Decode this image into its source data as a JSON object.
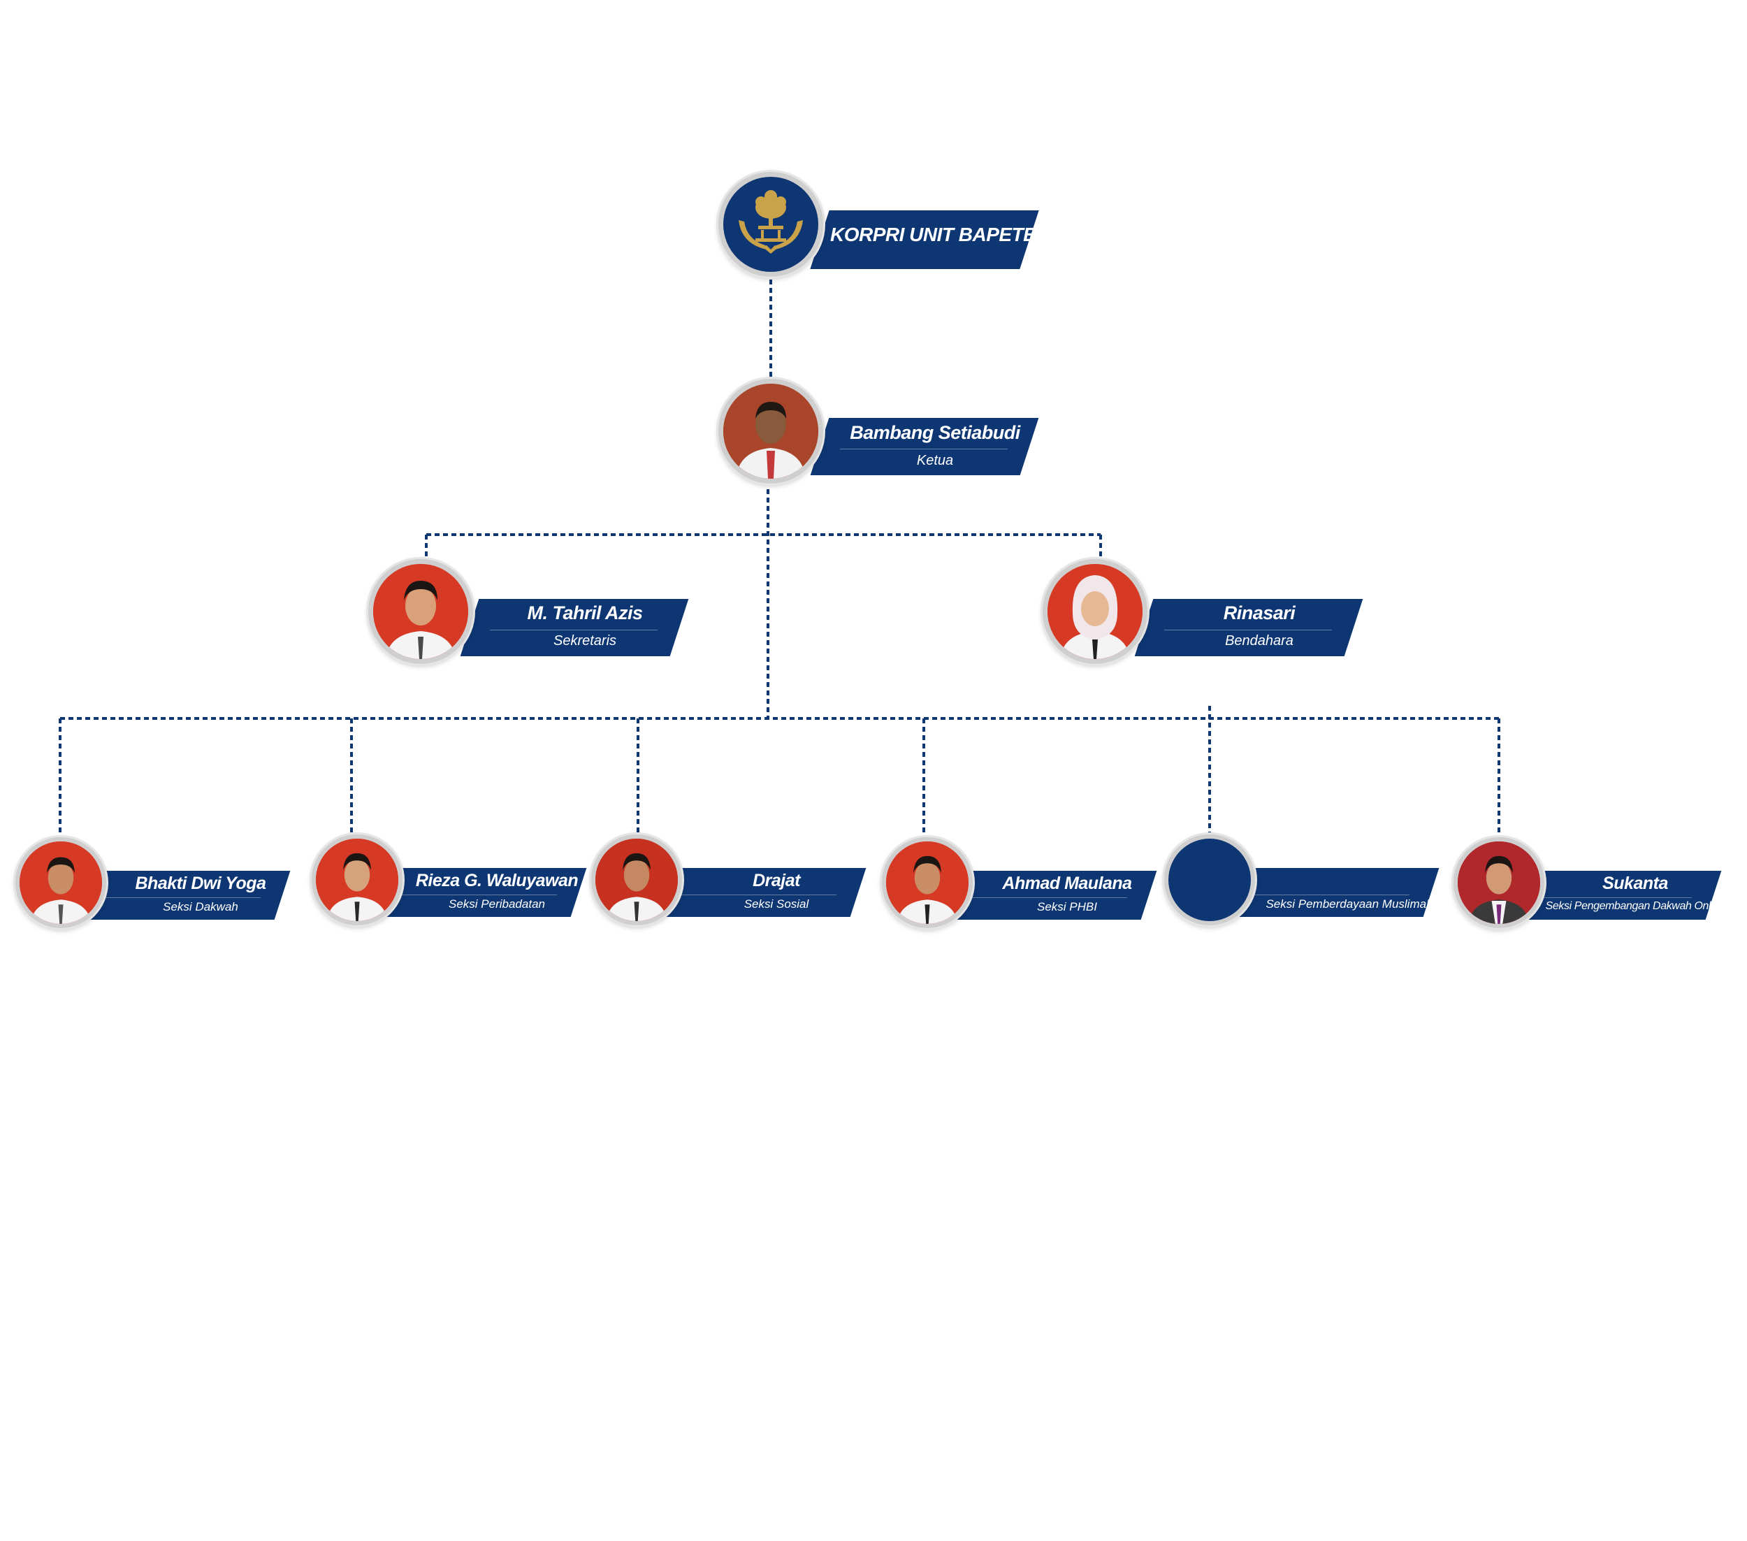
{
  "organization": {
    "title": "KORPRI UNIT BAPETEN"
  },
  "colors": {
    "ribbon": "#0e3672",
    "connector": "#0e3672",
    "photo_background": "#d63a24",
    "emblem_gold": "#c9a24a"
  },
  "chairman": {
    "name": "Bambang Setiabudi",
    "role": "Ketua"
  },
  "secretary": {
    "name": "M. Tahril Azis",
    "role": "Sekretaris"
  },
  "treasurer": {
    "name": "Rinasari",
    "role": "Bendahara"
  },
  "sections": [
    {
      "name": "Bhakti Dwi Yoga",
      "role": "Seksi Dakwah"
    },
    {
      "name": "Rieza G. Waluyawan",
      "role": "Seksi Peribadatan"
    },
    {
      "name": "Drajat",
      "role": "Seksi Sosial"
    },
    {
      "name": "Ahmad Maulana",
      "role": "Seksi PHBI"
    },
    {
      "name": "",
      "role": "Seksi Pemberdayaan Muslimah"
    },
    {
      "name": "Sukanta",
      "role": "Seksi Pengembangan Dakwah Online"
    }
  ]
}
